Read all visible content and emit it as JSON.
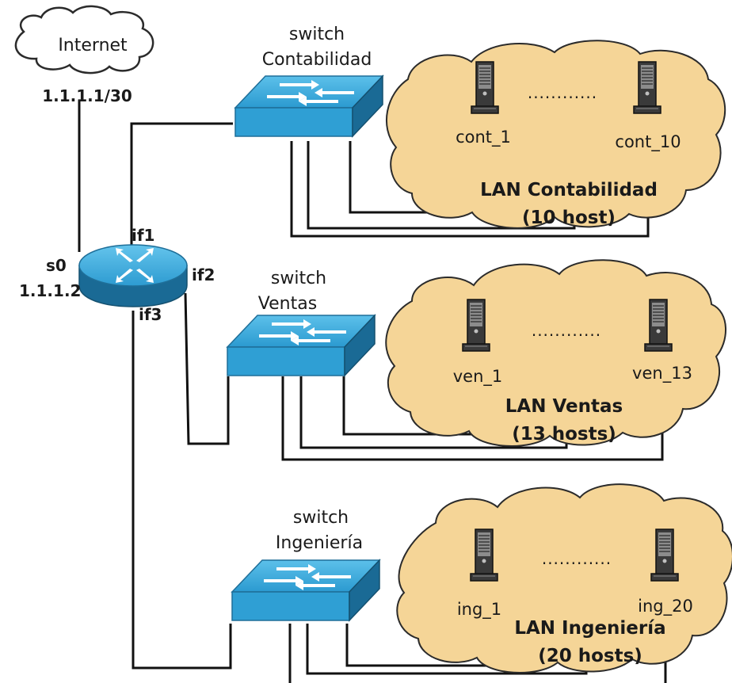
{
  "internet": {
    "label": "Internet",
    "ip": "1.1.1.1/30"
  },
  "router": {
    "iface_s0": "s0",
    "iface_s0_ip": "1.1.1.2",
    "iface_if1": "if1",
    "iface_if2": "if2",
    "iface_if3": "if3"
  },
  "switches": [
    {
      "line1": "switch",
      "line2": "Contabilidad"
    },
    {
      "line1": "switch",
      "line2": "Ventas"
    },
    {
      "line1": "switch",
      "line2": "Ingeniería"
    }
  ],
  "lans": [
    {
      "title": "LAN Contabilidad",
      "subtitle": "(10 host)",
      "first_host": "cont_1",
      "last_host": "cont_10",
      "dots": "............"
    },
    {
      "title": "LAN Ventas",
      "subtitle": "(13 hosts)",
      "first_host": "ven_1",
      "last_host": "ven_13",
      "dots": "............"
    },
    {
      "title": "LAN Ingeniería",
      "subtitle": "(20 hosts)",
      "first_host": "ing_1",
      "last_host": "ing_20",
      "dots": "............"
    }
  ],
  "colors": {
    "device_blue": "#2f9fd4",
    "device_dark": "#1a6a95",
    "cloud_fill": "#f5d597"
  }
}
